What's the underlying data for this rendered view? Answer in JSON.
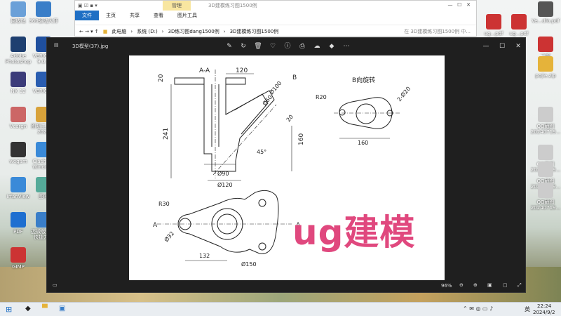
{
  "desktop": {
    "left_icons": [
      {
        "label": "回收站"
      },
      {
        "label": "360驱动大师"
      },
      {
        "label": "Adobe Photoshop"
      },
      {
        "label": "VERICUT 9.0.1"
      },
      {
        "label": "NX 12"
      },
      {
        "label": "VERICUT"
      },
      {
        "label": "Vcargn"
      },
      {
        "label": "图吧工具箱 2024"
      },
      {
        "label": "wegam"
      },
      {
        "label": "Clash for Windows"
      },
      {
        "label": "IrfanView"
      },
      {
        "label": "图吧"
      },
      {
        "label": "PDF"
      },
      {
        "label": "迈微版.exe 快捷方式"
      },
      {
        "label": "GIMP"
      }
    ],
    "right_icons": [
      {
        "label": "Ve...dfo.pdf"
      },
      {
        "label": "ug...pdf"
      },
      {
        "label": "ug...pdf"
      },
      {
        "label": "飞桨"
      },
      {
        "label": "pojie.zip"
      },
      {
        "label": "QQ截图 20240719..."
      },
      {
        "label": "QQ截图 20240719..."
      },
      {
        "label": "QQ截图 20240719..."
      },
      {
        "label": "QQ截图 20240719..."
      }
    ]
  },
  "explorer": {
    "manage_tab": "管理",
    "title": "3D建模练习图1500例",
    "ribbon": [
      "文件",
      "主页",
      "共享",
      "查看",
      "图片工具"
    ],
    "path": [
      "此电脑",
      "系统 (D:)",
      "3D练习图dang1500例",
      "3D建模练习图1500例"
    ],
    "search_placeholder": "在 3D建模练习图1500例 中..."
  },
  "viewer": {
    "filename": "3D模型(37).jpg",
    "zoom": "96%",
    "overlay_text": "ug建模",
    "drawing": {
      "section_label": "A-A",
      "view_b_label": "B向旋转",
      "arrow_b": "B",
      "arrow_a": "A",
      "dims": [
        "20",
        "120",
        "Ø100",
        "Ø60",
        "20",
        "241",
        "160",
        "45°",
        "Ø90",
        "Ø120",
        "R20",
        "2-Ø20",
        "160",
        "R30",
        "Ø32",
        "132",
        "Ø150"
      ]
    }
  },
  "taskbar": {
    "time": "22:24",
    "date": "2024/9/2",
    "ime": "英"
  }
}
